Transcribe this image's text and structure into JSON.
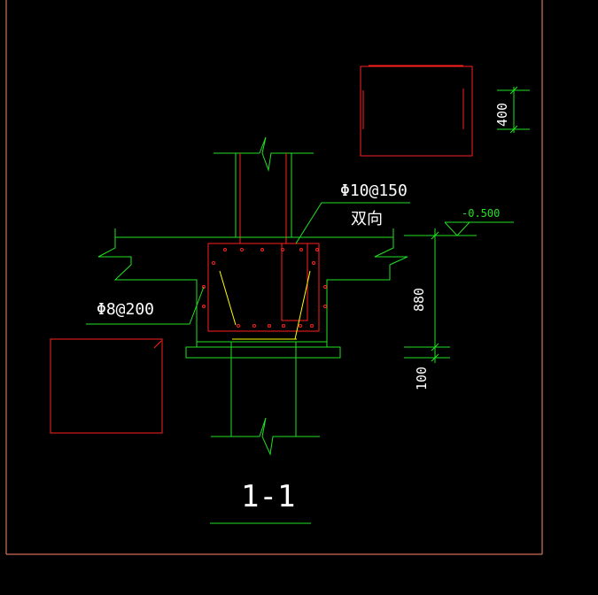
{
  "drawing": {
    "section_title": "1-1",
    "rebar_top_label": "Φ10@150",
    "rebar_top_sub": "双向",
    "rebar_side_label": "Φ8@200",
    "elevation": "-0.500",
    "dim_400": "400",
    "dim_880": "880",
    "dim_100": "100"
  },
  "colors": {
    "background": "#000000",
    "frame": "#ff8a6a",
    "concrete": "#22e022",
    "rebar": "#ff2020",
    "tie": "#ffff00",
    "text": "#ffffff"
  }
}
